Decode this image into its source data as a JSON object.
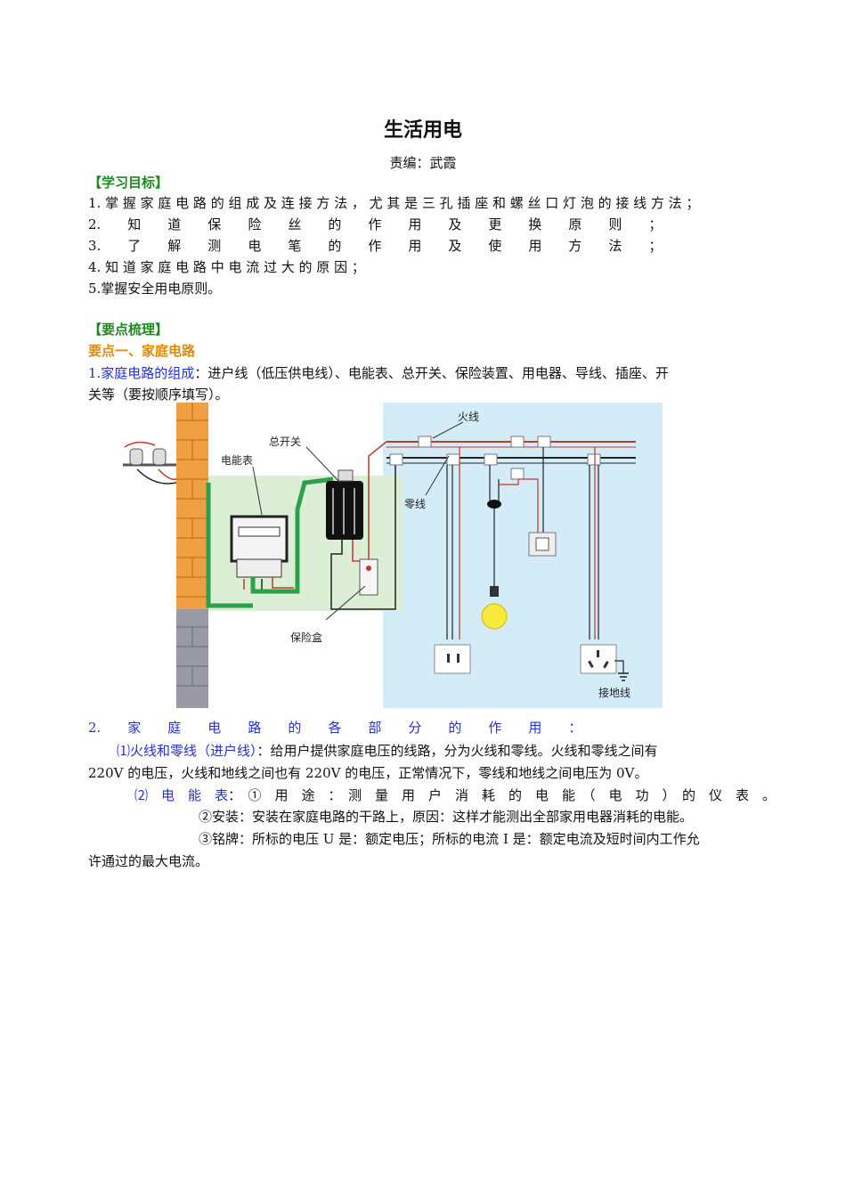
{
  "doc": {
    "title": "生活用电",
    "author": "责编：武霞",
    "goals_header": "【学习目标】",
    "goals": [
      "1. 掌 握 家 庭 电 路 的 组 成 及 连 接 方 法 ， 尤 其 是 三 孔 插 座 和 螺 丝 口 灯 泡 的 接 线 方 法 ；",
      "2.　　知　　道　　保　　险　　丝　　的　　作　　用　　及　　更　　换　　原　　则　　；",
      "3.　　了　　解　　测　　电　　笔　　的　　作　　用　　及　　使　　用　　方　　法　　；",
      "4. 知 道 家 庭 电 路 中 电 流 过 大 的 原 因 ；",
      "5.掌握安全用电原则。"
    ],
    "keypoints_header": "【要点梳理】",
    "section1": "要点一、家庭电路",
    "p1_label": "1.家庭电路的组成",
    "p1_text_a": "：进户线（低压供电线）、电能表、总开关、保险装置、用电器、导线、插座、开",
    "p1_text_b": "关等（要按顺序填写）。",
    "p2_label": "2.　　家　　庭　　电　　路　　的　　各　　部　　分　　的　　作　　用　　：",
    "p3_label": "⑴火线和零线（进户线）",
    "p3_text_a": "：给用户提供家庭电压的线路，分为火线和零线。火线和零线之间有",
    "p3_text_b": "220V 的电压，火线和地线之间也有 220V 的电压，正常情况下，零线和地线之间电压为 0V。",
    "p4_label": "⑵　电　能　表",
    "p4_text": "：　①　用　途　：　测　量　用　户　消　耗　的　电　能　（　电　功　）　的　仪　表　。",
    "p5_text": "②安装：安装在家庭电路的干路上，原因：这样才能测出全部家用电器消耗的电能。",
    "p6_text_a": "③铭牌：所标的电压 U 是：额定电压；所标的电流 I 是：额定电流及短时间内工作允",
    "p6_text_b": "许通过的最大电流。"
  },
  "figure": {
    "label_meter": "电能表",
    "label_switch": "总开关",
    "label_fire": "火线",
    "label_zero": "零线",
    "label_fuse": "保险盒",
    "label_ground": "接地线"
  },
  "colors": {
    "green_heading": "#1e8a1e",
    "orange_heading": "#e08a00",
    "blue_text": "#2233cc",
    "diagram_bg": "#d4ecf7",
    "wall": "#f0a040"
  }
}
